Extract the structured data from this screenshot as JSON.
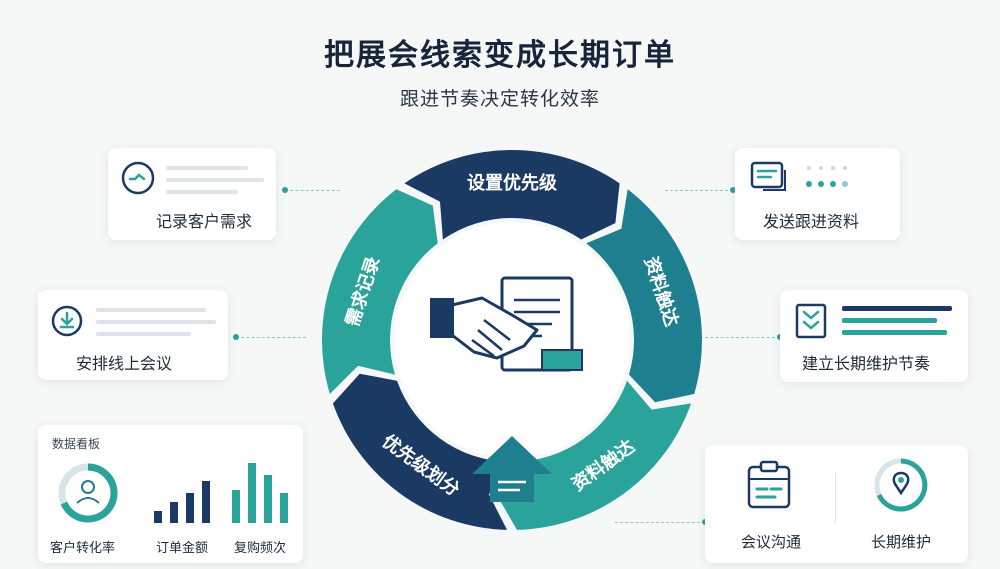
{
  "header": {
    "title": "把展会线索变成长期订单",
    "subtitle": "跟进节奏决定转化效率"
  },
  "cycle": {
    "segments": [
      {
        "label": "设置优先级",
        "color": "#1b3a63"
      },
      {
        "label": "资料触达",
        "color": "#1e7f8e"
      },
      {
        "label": "资料触达",
        "color": "#2aa39a"
      },
      {
        "label": "优先级划分",
        "color": "#1b3a63"
      },
      {
        "label": "需求记录",
        "color": "#2aa39a"
      }
    ]
  },
  "cards": {
    "record_needs": "记录客户需求",
    "online_meeting": "安排线上会议",
    "send_materials": "发送跟进资料",
    "long_term_rhythm": "建立长期维护节奏"
  },
  "dashboard": {
    "title": "数据看板",
    "metrics": [
      "客户转化率",
      "订单金额",
      "复购频次"
    ],
    "order_bars": [
      0.2,
      0.35,
      0.5,
      0.7
    ],
    "repurchase_bars": [
      0.55,
      1.0,
      0.8,
      0.5
    ]
  },
  "bottom_right": {
    "items": [
      "会议沟通",
      "长期维护"
    ]
  },
  "colors": {
    "navy": "#1b3a63",
    "teal": "#2aa39a",
    "teal_dark": "#1e7f8e"
  }
}
